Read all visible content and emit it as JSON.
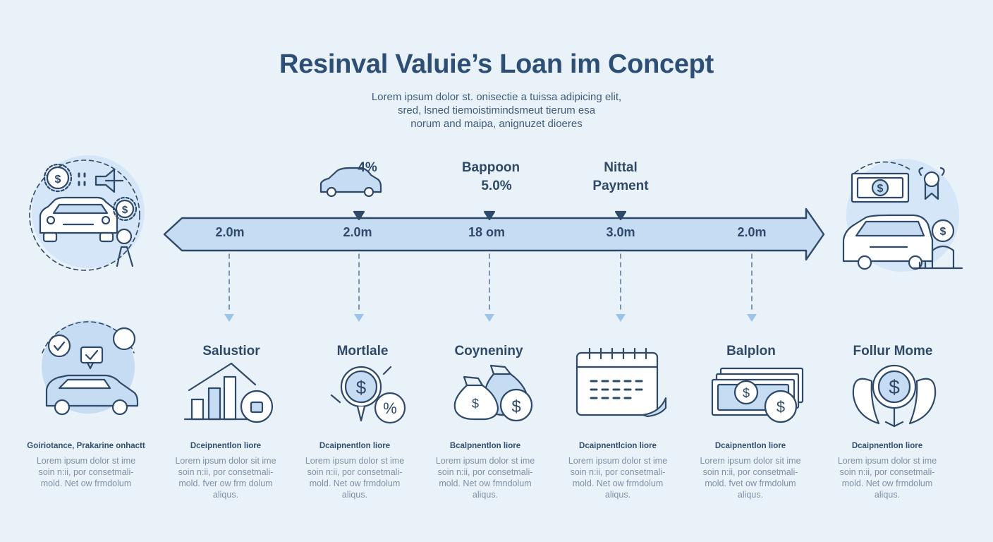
{
  "title": "Resinval Valuie’s Loan im Concept",
  "subtitle": [
    "Lorem ipsum dolor st. onisectie a tuissa adipicing elit,",
    "sred, lsned tiemoistimindsmeut tierum esa",
    "norum and maipa, anignuzet dioeres"
  ],
  "timeline": {
    "segments": [
      "2.0m",
      "2.0m",
      "18 om",
      "3.0m",
      "2.0m"
    ],
    "above": [
      {
        "lines": [
          "4%"
        ]
      },
      {
        "lines": [
          "Bappoon",
          "5.0%"
        ]
      },
      {
        "lines": [
          "Nittal",
          "Payment"
        ]
      }
    ]
  },
  "steps": [
    {
      "title": "",
      "icon": "car-chat-icon",
      "head": "Goiriotance, Prakarine onhactt",
      "body": [
        "Lorem ipsum dolor st ime",
        "soin n:ii, por consetmali-",
        "mold. Net ow frmdolum"
      ]
    },
    {
      "title": "Salustior",
      "icon": "bar-chart-icon",
      "head": "Dceipnentlon liore",
      "body": [
        "Lorem ipsum dolor sit ime",
        "soin n:ii, por consetmali-",
        "mold. fver ow frm dolum",
        "aliqus."
      ]
    },
    {
      "title": "Mortlale",
      "icon": "dollar-percent-icon",
      "head": "Dcaipnentlon liore",
      "body": [
        "Lorem ipsum dolor st ime",
        "soin n:ii, por consetmali-",
        "mold. Net ow frmdolum",
        "aliqus."
      ]
    },
    {
      "title": "Coyneniny",
      "icon": "money-bags-icon",
      "head": "Bcalpnentlon liore",
      "body": [
        "Lorem ipsum dolor st ime",
        "soin n:ii, por consetmali-",
        "mold. Net ow fmndolum",
        "aliqus."
      ]
    },
    {
      "title": "",
      "icon": "calendar-icon",
      "head": "Dcaipnentlcion liore",
      "body": [
        "Lorem ipsum dolor st ime",
        "soin n:ii, por consetmali-",
        "mold. Net ow frmdolum",
        "aliqus."
      ]
    },
    {
      "title": "Balplon",
      "icon": "banknotes-icon",
      "head": "Dcaipnentlon liore",
      "body": [
        "Lorem ipsum dolor sit ime",
        "soin n:ii, por consetmali-",
        "mold. fvet ow frmdolum",
        "aliqus."
      ]
    },
    {
      "title": "Follur Mome",
      "icon": "dollar-leaves-icon",
      "head": "Dcaipnentlon liore",
      "body": [
        "Lorem ipsum dolor st ime",
        "soin n:ii, por consetmali-",
        "mold. Net ow frmdolum",
        "aliqus."
      ]
    }
  ],
  "colors": {
    "background": "#e9f1f9",
    "arrow_fill": "#c5dcf3",
    "line": "#2f4a69",
    "accent": "#86b6e3"
  }
}
